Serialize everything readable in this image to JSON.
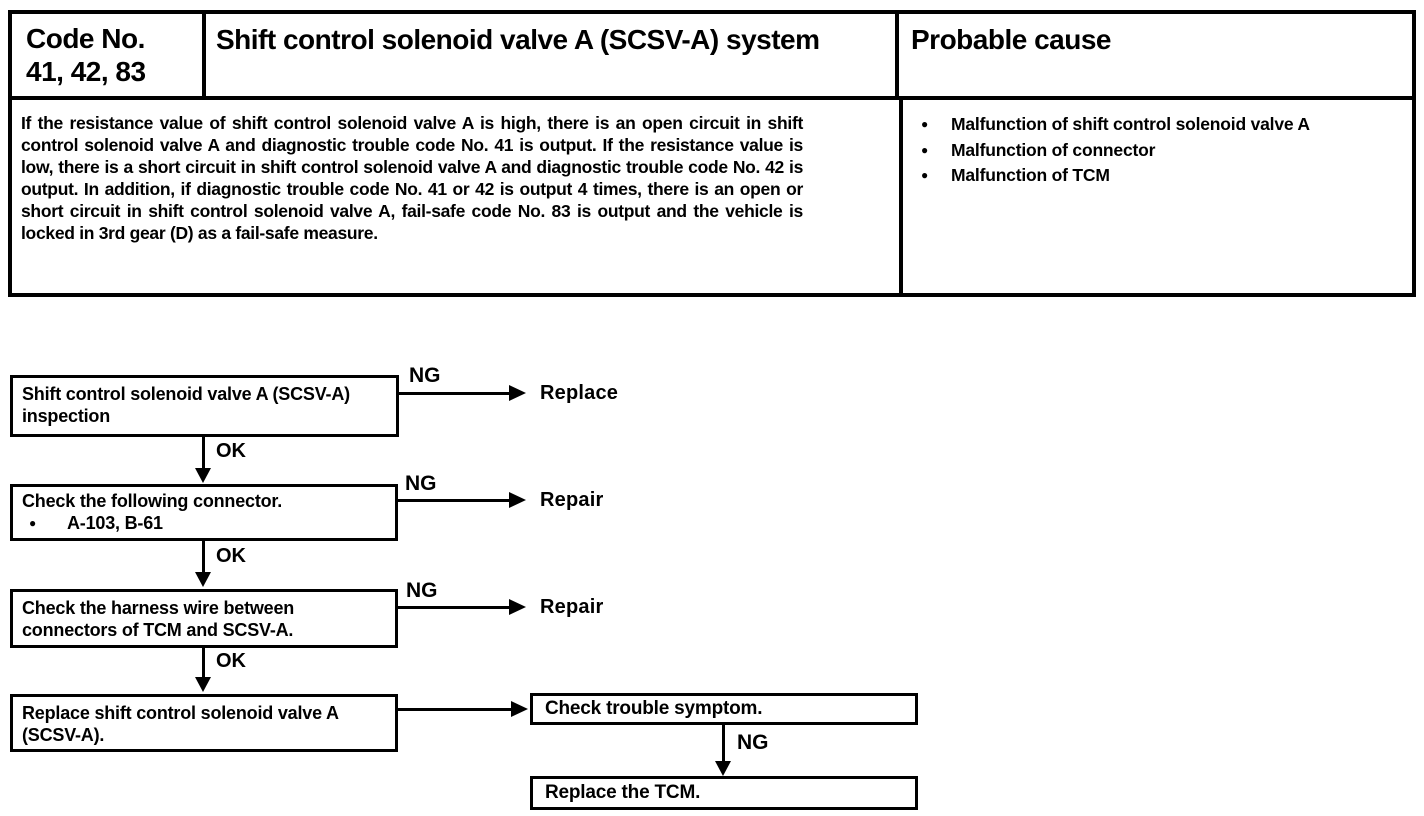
{
  "ui": {
    "bullet_glyph": "●"
  },
  "table": {
    "code_label": "Code No.",
    "code_numbers": "41, 42, 83",
    "system_title": "Shift control solenoid valve A (SCSV-A) system",
    "probable_cause_title": "Probable cause",
    "description": "If the resistance value of shift control solenoid valve A is high, there is an open circuit in shift control solenoid valve A and diagnostic trouble code No. 41 is output.  If the resistance value is low, there is a short circuit in shift control solenoid valve A and diagnostic trouble code No. 42 is output.  In addition, if diagnostic trouble code No. 41 or 42 is output 4 times, there is an open or short circuit in shift control solenoid valve A, fail-safe code No. 83 is output and the vehicle is locked in 3rd gear (D) as a fail-safe measure.",
    "probable_causes": [
      "Malfunction of shift control solenoid valve A",
      "Malfunction of connector",
      "Malfunction of TCM"
    ]
  },
  "flowchart": {
    "steps": [
      {
        "text": "Shift control solenoid valve A (SCSV-A) inspection",
        "branch_label": "NG",
        "branch_result": "Replace",
        "ok_label": "OK"
      },
      {
        "text": "Check the following connector.",
        "bullet": "A-103, B-61",
        "branch_label": "NG",
        "branch_result": "Repair",
        "ok_label": "OK"
      },
      {
        "text": "Check the harness wire between connectors of TCM and SCSV-A.",
        "branch_label": "NG",
        "branch_result": "Repair",
        "ok_label": "OK"
      },
      {
        "text": "Replace shift control solenoid valve A (SCSV-A)."
      }
    ],
    "symptom_box": "Check trouble symptom.",
    "symptom_branch_label": "NG",
    "final_box": "Replace the TCM."
  }
}
